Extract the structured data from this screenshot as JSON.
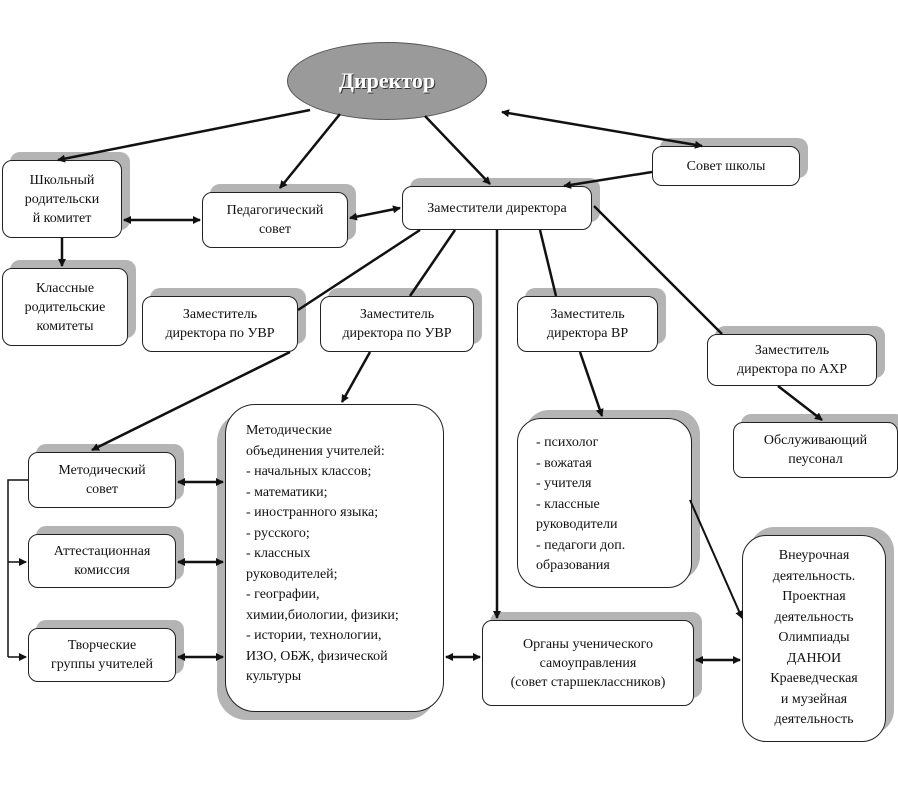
{
  "director": "Директор",
  "nodes": {
    "school_parent_committee": [
      "Школьный",
      "родительски",
      "й комитет"
    ],
    "class_parent_committees": [
      "Классные",
      "родительские",
      "комитеты"
    ],
    "pedagogical_council": [
      "Педагогический",
      "совет"
    ],
    "deputies": [
      "Заместители директора"
    ],
    "school_council": [
      "Совет школы"
    ],
    "deputy_uvr_1": [
      "Заместитель",
      "директора по УВР"
    ],
    "deputy_uvr_2": [
      "Заместитель",
      "директора по УВР"
    ],
    "deputy_vr": [
      "Заместитель",
      "директора ВР"
    ],
    "deputy_ahr": [
      "Заместитель",
      "директора по АХР"
    ],
    "service_staff": [
      "Обслуживающий",
      "пеусонал"
    ],
    "methodical_council": [
      "Методический",
      "совет"
    ],
    "attestation_commission": [
      "Аттестационная",
      "комиссия"
    ],
    "creative_groups": [
      "Творческие",
      "группы учителей"
    ],
    "methodical_unions": [
      "Методические",
      "объединения учителей:",
      "- начальных классов;",
      "- математики;",
      "- иностранного языка;",
      "- русского;",
      "- классных",
      "руководителей;",
      "- географии,",
      "химии,биологии, физики;",
      "- истории, технологии,",
      "ИЗО, ОБЖ, физической",
      "культуры"
    ],
    "vr_staff": [
      "- психолог",
      "- вожатая",
      "- учителя",
      "- классные",
      "руководители",
      "- педагоги доп.",
      "образования"
    ],
    "student_government": [
      "Органы ученического",
      "самоуправления",
      "(совет старшеклассников)"
    ],
    "extracurricular": [
      "Внеурочная",
      "деятельность.",
      "Проектная",
      "деятельность",
      "Олимпиады",
      "ДАНЮИ",
      "Краеведческая",
      "и музейная",
      "деятельность"
    ]
  }
}
